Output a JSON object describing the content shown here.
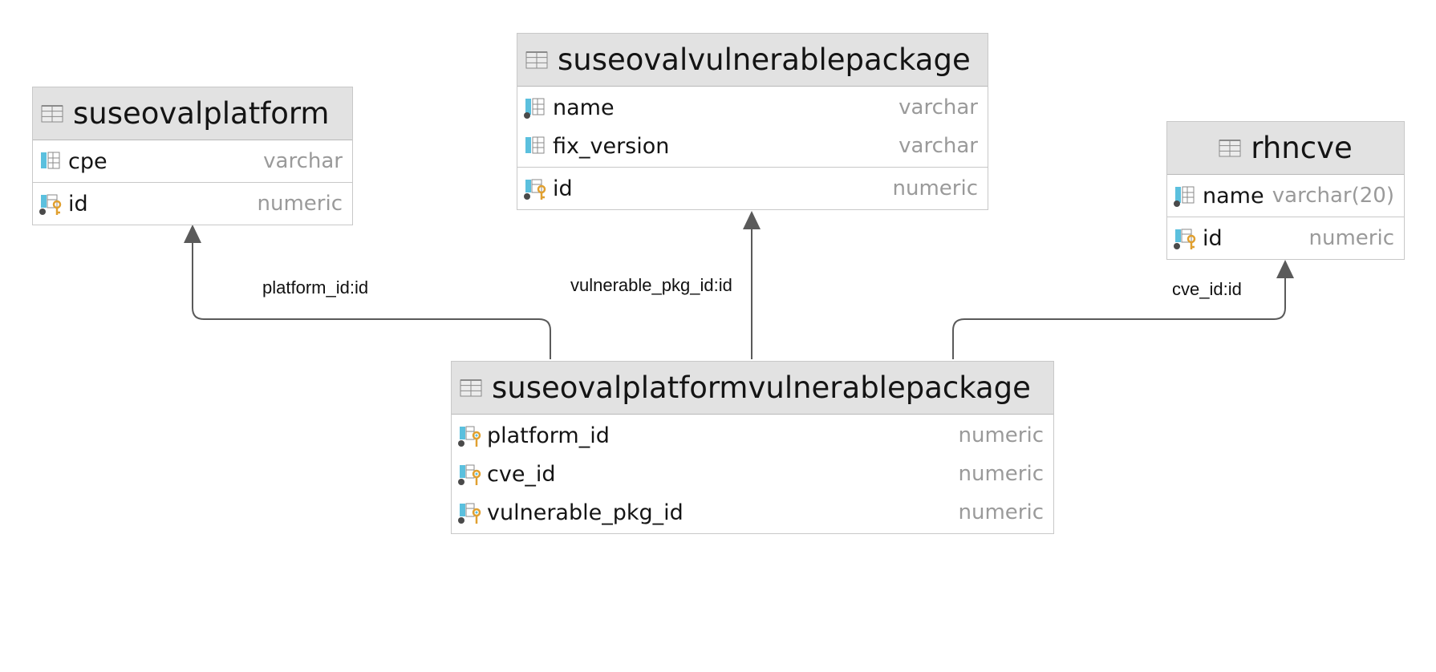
{
  "tables": {
    "platform": {
      "name": "suseovalplatform",
      "columns": [
        {
          "name": "cpe",
          "type": "varchar",
          "icon": "column-icon"
        },
        {
          "name": "id",
          "type": "numeric",
          "icon": "primary-key-icon"
        }
      ]
    },
    "vulnerable_package": {
      "name": "suseovalvulnerablepackage",
      "columns": [
        {
          "name": "name",
          "type": "varchar",
          "icon": "not-null-column-icon"
        },
        {
          "name": "fix_version",
          "type": "varchar",
          "icon": "column-icon"
        },
        {
          "name": "id",
          "type": "numeric",
          "icon": "primary-key-icon"
        }
      ]
    },
    "rhncve": {
      "name": "rhncve",
      "columns": [
        {
          "name": "name",
          "type": "varchar(20)",
          "icon": "not-null-column-icon"
        },
        {
          "name": "id",
          "type": "numeric",
          "icon": "primary-key-icon"
        }
      ]
    },
    "platform_vulnerable_package": {
      "name": "suseovalplatformvulnerablepackage",
      "columns": [
        {
          "name": "platform_id",
          "type": "numeric",
          "icon": "foreign-key-icon"
        },
        {
          "name": "cve_id",
          "type": "numeric",
          "icon": "foreign-key-icon"
        },
        {
          "name": "vulnerable_pkg_id",
          "type": "numeric",
          "icon": "foreign-key-icon"
        }
      ]
    }
  },
  "relations": [
    {
      "label": "platform_id:id",
      "from": "suseovalplatformvulnerablepackage",
      "to": "suseovalplatform"
    },
    {
      "label": "vulnerable_pkg_id:id",
      "from": "suseovalplatformvulnerablepackage",
      "to": "suseovalvulnerablepackage"
    },
    {
      "label": "cve_id:id",
      "from": "suseovalplatformvulnerablepackage",
      "to": "rhncve"
    }
  ],
  "colors": {
    "header_bg": "#e2e2e2",
    "border": "#c8c8c8",
    "type_text": "#9a9a9a",
    "edge": "#5a5a5a",
    "column_icon_blue": "#5bc0de",
    "key_gold": "#e0a030"
  }
}
